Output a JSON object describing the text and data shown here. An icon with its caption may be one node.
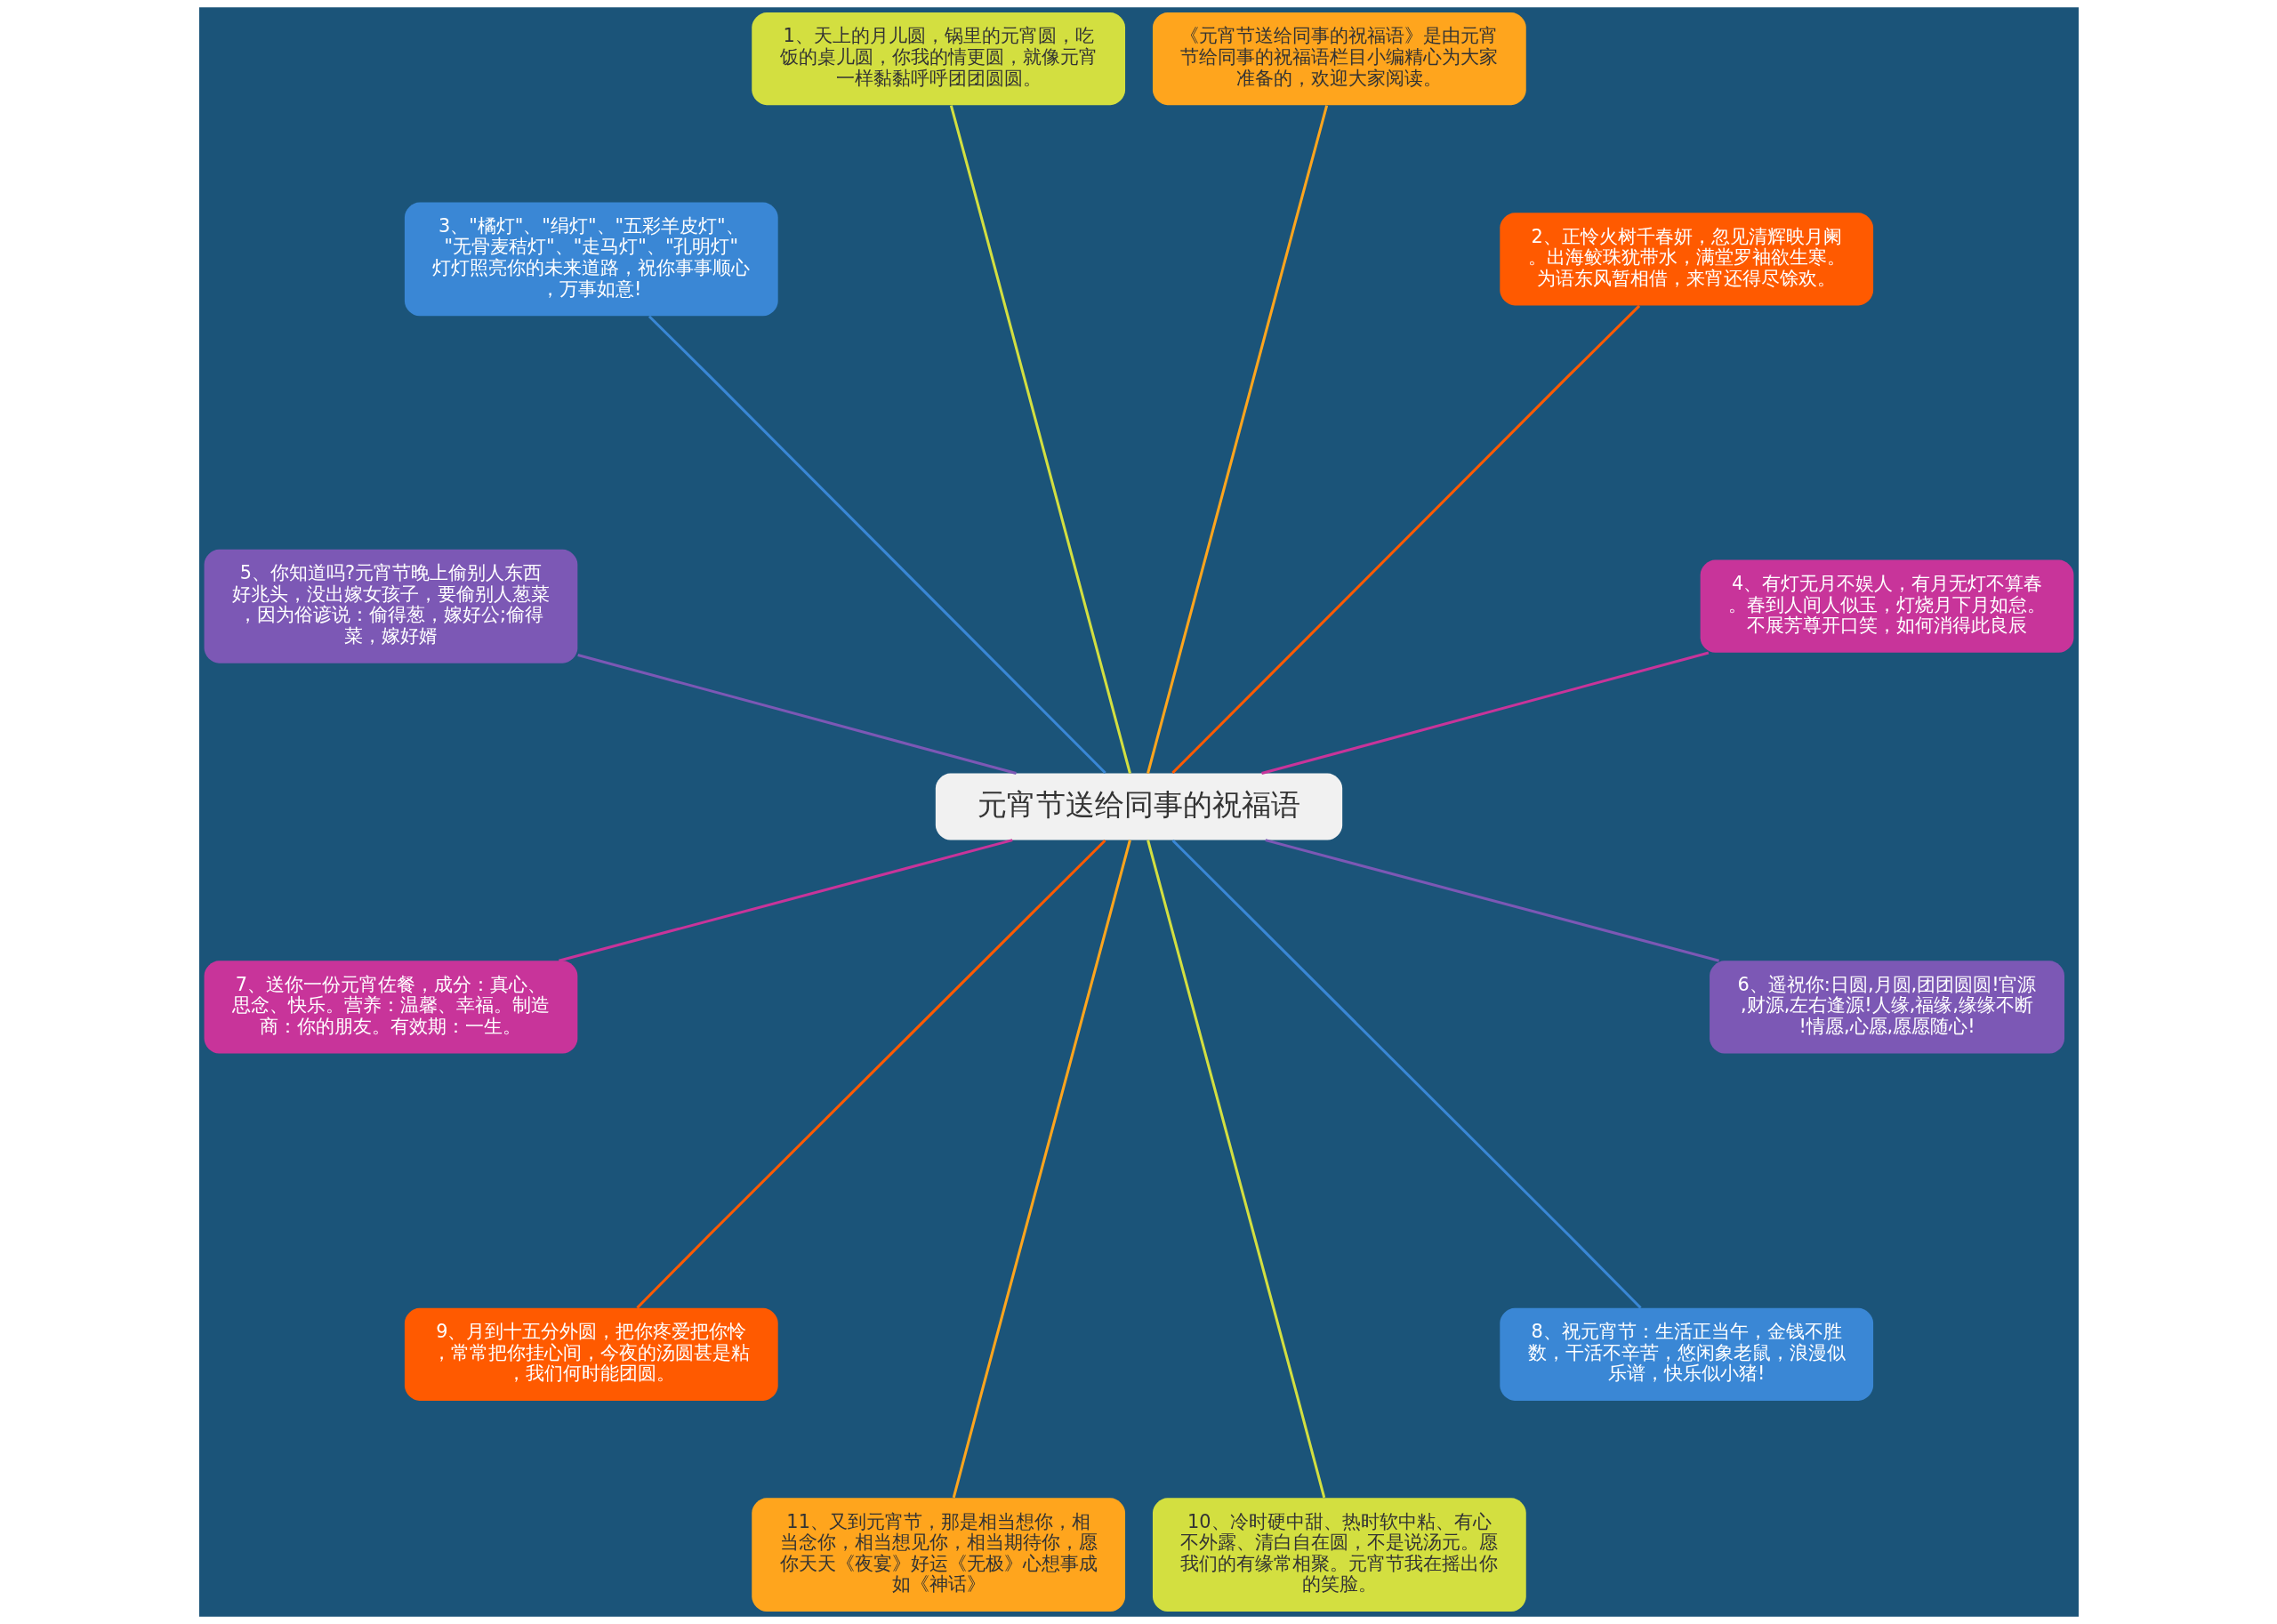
{
  "diagram": {
    "nodes": [
      {
        "text": [
          "元宵节送给同事的祝福语"
        ]
      },
      {
        "text": [
          "1、天上的月儿圆，锅里的元宵圆，吃饭的桌儿圆，你我的情更圆，就像元宵一样黏黏呼呼团团圆圆。"
        ]
      },
      {
        "text": [
          "3、\"橘灯\"、\"绢灯\"、\"五彩羊皮灯\"、\"无骨麦秸灯\"、\"走马灯\"、\"孔明灯\"灯灯照亮你的未来道路，祝你事事顺心，万事如意!"
        ]
      },
      {
        "text": [
          "5、你知道吗?元宵节晚上偷别人东西好兆头，没出嫁女孩子，要偷别人葱菜，因为俗谚说：偷得葱，嫁好公;偷得菜，嫁好婿"
        ]
      },
      {
        "text": [
          "7、送你一份元宵佐餐，成分：真心、思念、快乐。营养：温馨、幸福。制造商：你的朋友。有效期：一生。"
        ]
      },
      {
        "text": [
          "9、月到十五分外圆，把你疼爱把你怜，常常把你挂心间，今夜的汤圆甚是粘，我们何时能团圆。"
        ]
      },
      {
        "text": [
          "11、又到元宵节，那是相当想你，相当念你，相当想见你，相当期待你，愿你天天《夜宴》好运《无极》心想事成如《神话》"
        ]
      },
      {
        "text": [
          "《元宵节送给同事的祝福语》是由元宵节给同事的祝福语栏目小编精心为大家准备的，欢迎大家阅读。"
        ]
      },
      {
        "text": [
          "2、正怜火树千春妍，忽见清辉映月阑。出海鲛珠犹带水，满堂罗袖欲生寒。为语东风暂相借，来宵还得尽馀欢。"
        ]
      },
      {
        "text": [
          "4、有灯无月不娱人，有月无灯不算春。春到人间人似玉，灯烧月下月如怠。不展芳尊开口笑，如何消得此良辰"
        ]
      },
      {
        "text": [
          "6、遥祝你:日圆,月圆,团团圆圆!官源,财源,左右逢源!人缘,福缘,缘缘不断!情愿,心愿,愿愿随心!"
        ]
      },
      {
        "text": [
          "8、祝元宵节：生活正当午，金钱不胜数，干活不辛苦，悠闲象老鼠，浪漫似乐谱，快乐似小猪!"
        ]
      },
      {
        "text": [
          "10、冷时硬中甜、热时软中粘、有心不外露、清白自在圆，不是说汤元。愿我们的有缘常相聚。元宵节我在摇出你的笑脸。"
        ]
      }
    ],
    "edges": [
      {
        "from": 0,
        "to": 1,
        "arrow": "none",
        "color": "#d3df40"
      },
      {
        "from": 0,
        "to": 2,
        "arrow": "none",
        "color": "#3a87d5"
      },
      {
        "from": 0,
        "to": 3,
        "arrow": "none",
        "color": "#7c58b5"
      },
      {
        "from": 0,
        "to": 4,
        "arrow": "none",
        "color": "#c8349a"
      },
      {
        "from": 0,
        "to": 5,
        "arrow": "none",
        "color": "#ff5a00"
      },
      {
        "from": 0,
        "to": 6,
        "arrow": "none",
        "color": "#ffa51d"
      },
      {
        "from": 0,
        "to": 7,
        "arrow": "none",
        "color": "#ffa51d"
      },
      {
        "from": 0,
        "to": 8,
        "arrow": "none",
        "color": "#ff5a00"
      },
      {
        "from": 0,
        "to": 9,
        "arrow": "none",
        "color": "#c8349a"
      },
      {
        "from": 0,
        "to": 10,
        "arrow": "none",
        "color": "#7c58b5"
      },
      {
        "from": 0,
        "to": 11,
        "arrow": "none",
        "color": "#3a87d5"
      },
      {
        "from": 0,
        "to": 12,
        "arrow": "none",
        "color": "#d3df40"
      }
    ]
  }
}
